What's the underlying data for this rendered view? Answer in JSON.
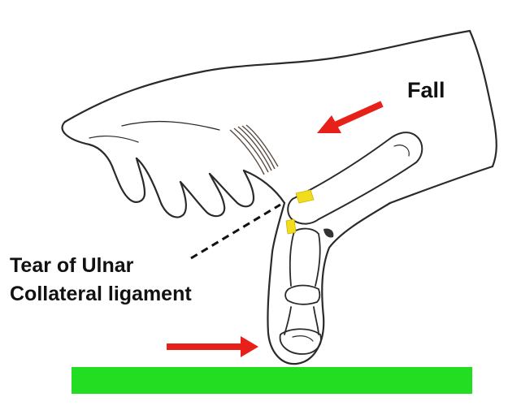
{
  "labels": {
    "fall": "Fall",
    "injury_line_1": "Tear of Ulnar",
    "injury_line_2": "Collateral  ligament"
  },
  "colors": {
    "arrow": "#e8201a",
    "ground": "#22dd22",
    "ligament": "#f2dd1c",
    "outline": "#2a2a2a"
  },
  "icons": {
    "force_arrow": "right-arrow-red",
    "ground": "green-bar"
  }
}
